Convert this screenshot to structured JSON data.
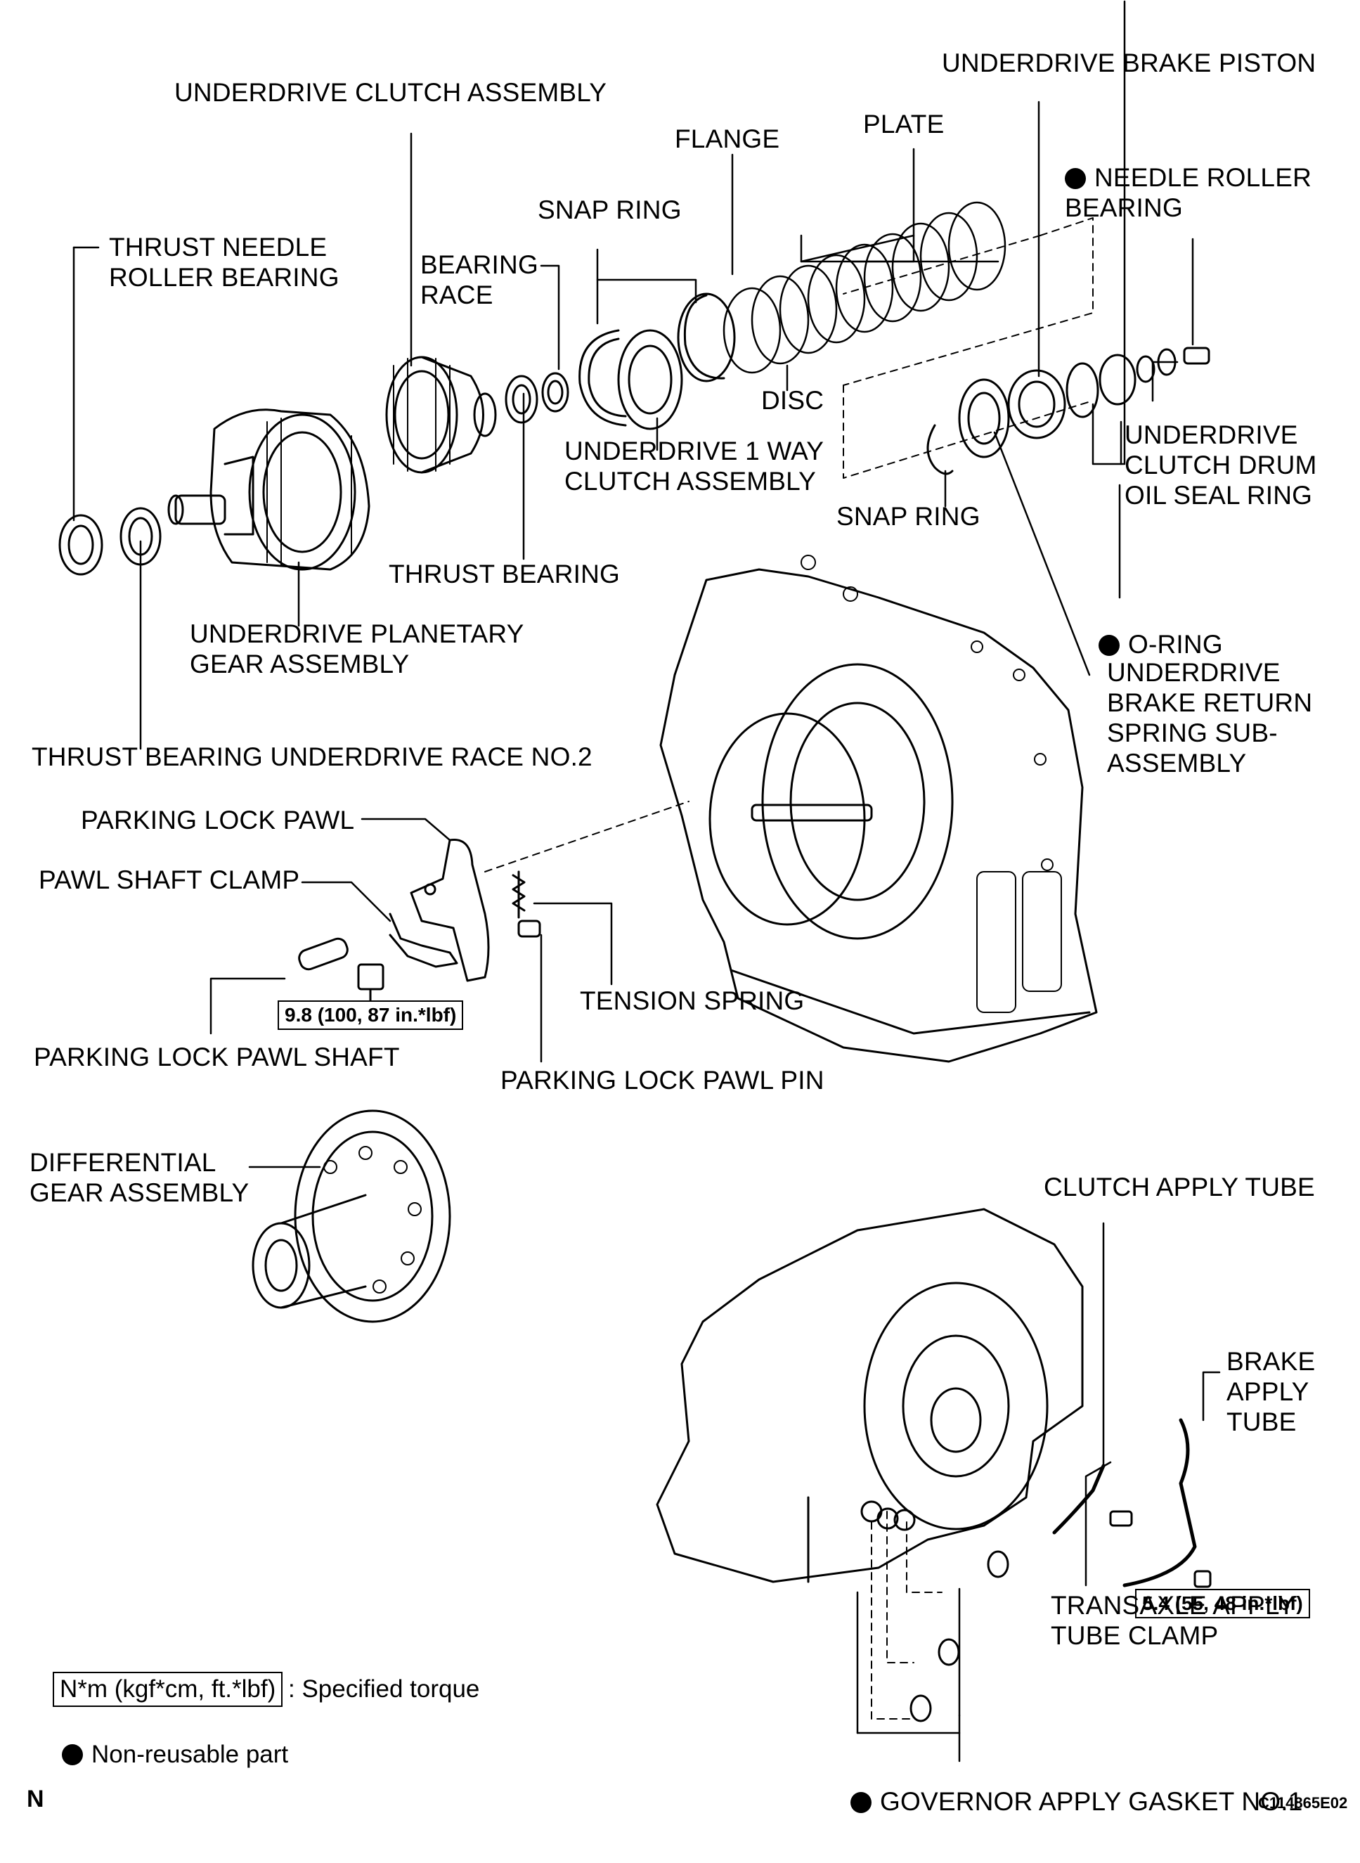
{
  "labels": {
    "underdrive_brake_piston": "UNDERDRIVE BRAKE PISTON",
    "underdrive_clutch_assembly": "UNDERDRIVE CLUTCH ASSEMBLY",
    "plate": "PLATE",
    "flange": "FLANGE",
    "needle_roller_bearing": "NEEDLE ROLLER\nBEARING",
    "snap_ring_top": "SNAP RING",
    "thrust_needle_roller_bearing": "THRUST NEEDLE\nROLLER BEARING",
    "bearing_race": "BEARING\nRACE",
    "disc": "DISC",
    "underdrive_1_way_clutch_assembly": "UNDERDRIVE 1 WAY\nCLUTCH ASSEMBLY",
    "underdrive_clutch_drum_oil_seal_ring": "UNDERDRIVE\nCLUTCH DRUM\nOIL SEAL RING",
    "snap_ring_mid": "SNAP RING",
    "thrust_bearing": "THRUST BEARING",
    "o_ring": "O-RING",
    "underdrive_planetary_gear_assembly": "UNDERDRIVE PLANETARY\nGEAR ASSEMBLY",
    "underdrive_brake_return_spring": "UNDERDRIVE\nBRAKE RETURN\nSPRING SUB-\nASSEMBLY",
    "thrust_bearing_underdrive_race_no2": "THRUST BEARING UNDERDRIVE RACE NO.2",
    "parking_lock_pawl": "PARKING LOCK PAWL",
    "pawl_shaft_clamp": "PAWL SHAFT CLAMP",
    "tension_spring": "TENSION SPRING",
    "parking_lock_pawl_shaft": "PARKING LOCK PAWL SHAFT",
    "parking_lock_pawl_pin": "PARKING LOCK PAWL PIN",
    "differential_gear_assembly": "DIFFERENTIAL\nGEAR ASSEMBLY",
    "clutch_apply_tube": "CLUTCH APPLY TUBE",
    "brake_apply_tube": "BRAKE\nAPPLY\nTUBE",
    "transaxle_apply_tube_clamp": "TRANSAXLE APPLY\nTUBE CLAMP",
    "governor_apply_gasket_no1": "GOVERNOR APPLY GASKET NO.1"
  },
  "torque": {
    "pawl_shaft_bolt": "9.8 (100, 87 in.*lbf)",
    "brake_tube_bolt": "5.4 (55, 48 in.*lbf)"
  },
  "legend": {
    "torque_unit": "N*m (kgf*cm, ft.*lbf)",
    "torque_text": ": Specified torque",
    "non_reusable_text": "Non-reusable part"
  },
  "footer": {
    "corner_letter": "N",
    "figure_code": "C114865E02"
  }
}
